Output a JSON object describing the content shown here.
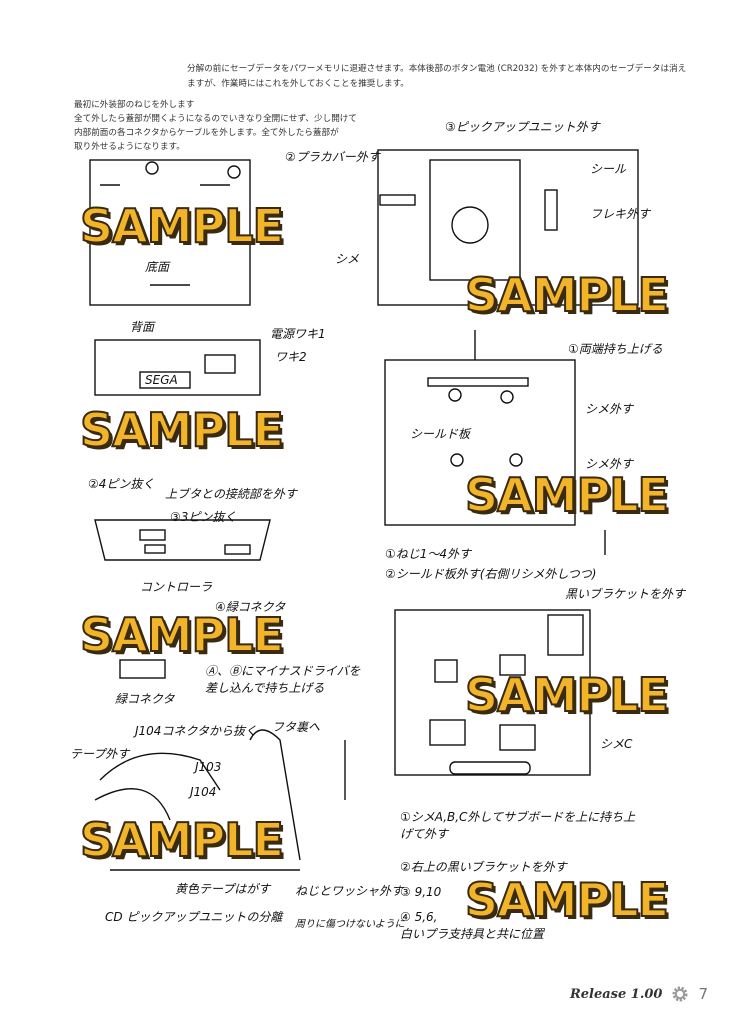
{
  "intro": "分解の前にセーブデータをパワーメモリに退避させます。本体後部のボタン電池 (CR2032) を外すと本体内のセーブデータは消えますが、作業時にはこれを外しておくことを推奨します。",
  "lead": [
    "最初に外装部のねじを外します",
    "全て外したら蓋部が開くようになるのでいきなり全開にせず、少し開けて",
    "内部前面の各コネクタからケーブルを外します。全て外したら蓋部が",
    "取り外せるようになります。"
  ],
  "watermark": "SAMPLE",
  "notes": {
    "n1": "②プラカバー外す",
    "n2": "③ピックアップユニット外す",
    "n3": "シール",
    "n4": "フレキ外す",
    "n5": "シメ",
    "n6": "底面",
    "n7": "背面",
    "n8": "電源ワキ1",
    "n9": "ワキ2",
    "n10": "SEGA",
    "n11": "①両端持ち上げる",
    "n12": "シールド板",
    "n13": "シメ外す",
    "n14": "①ねじ1〜4外す",
    "n15": "②シールド板外す(右側リシメ外しつつ)",
    "n16": "②4ピン抜く",
    "n17": "上ブタとの接続部を外す",
    "n18": "③3ピン抜く",
    "n19": "コントローラ",
    "n20": "④緑コネクタ",
    "n21": "Ⓐ、Ⓑにマイナスドライバを差し込んで持ち上げる",
    "n22": "緑コネクタ",
    "n23": "黒いブラケットを外す",
    "n24": "シメC",
    "n25": "J104コネクタから抜く",
    "n26": "テープ外す",
    "n27": "フタ裏へ",
    "n28": "J103",
    "n29": "J104",
    "n30": "①シメA,B,C外してサブボードを上に持ち上げて外す",
    "n31": "②右上の黒いブラケットを外す",
    "n32": "③ 9,10",
    "n33": "④ 5,6,",
    "n34": "白いプラ支持具と共に位置",
    "n35": "黄色テープはがす",
    "n36": "ねじとワッシャ外す",
    "n37": "CD ピックアップユニットの分離",
    "n38": "周りに傷つけないように"
  },
  "footer": {
    "release": "Release 1.00",
    "page": "7",
    "icon": "gear-icon"
  },
  "colors": {
    "watermark_fill": "#f2b52a",
    "watermark_outline": "#3a2a10"
  }
}
